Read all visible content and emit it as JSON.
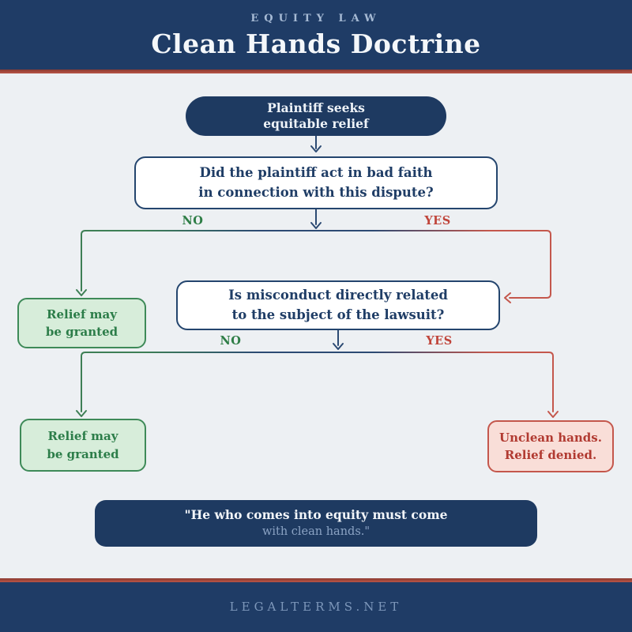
{
  "header": {
    "kicker": "EQUITY LAW",
    "title": "Clean Hands Doctrine"
  },
  "flow": {
    "start": {
      "line1": "Plaintiff seeks",
      "line2": "equitable relief"
    },
    "q1": {
      "line1": "Did the plaintiff act in bad faith",
      "line2": "in connection with this dispute?",
      "no_label": "NO",
      "yes_label": "YES"
    },
    "q2": {
      "line1": "Is misconduct directly related",
      "line2": "to the subject of the lawsuit?",
      "no_label": "NO",
      "yes_label": "YES"
    },
    "outcome_q1_no": {
      "line1": "Relief may",
      "line2": "be granted"
    },
    "outcome_q2_no": {
      "line1": "Relief may",
      "line2": "be granted"
    },
    "outcome_q2_yes": {
      "line1": "Unclean hands.",
      "line2": "Relief denied."
    },
    "quote": {
      "line1": "\"He who comes into equity must come",
      "line2": "with clean hands.\""
    }
  },
  "footer": {
    "site": "LEGALTERMS.NET"
  },
  "colors": {
    "navy_band": "#1f3c66",
    "navy_node": "#1e3a61",
    "navy_line": "#2c4a73",
    "navy_text": "#1f3d66",
    "red_divider": "#b04b3e",
    "green_line": "#3e7f55",
    "green_fill": "#d7edda",
    "green_text": "#2c7d49",
    "red_line": "#c4574c",
    "red_fill": "#f9ded8",
    "red_text": "#b13a31",
    "muted_blue": "#8ba3c4",
    "background": "#edf0f3"
  }
}
